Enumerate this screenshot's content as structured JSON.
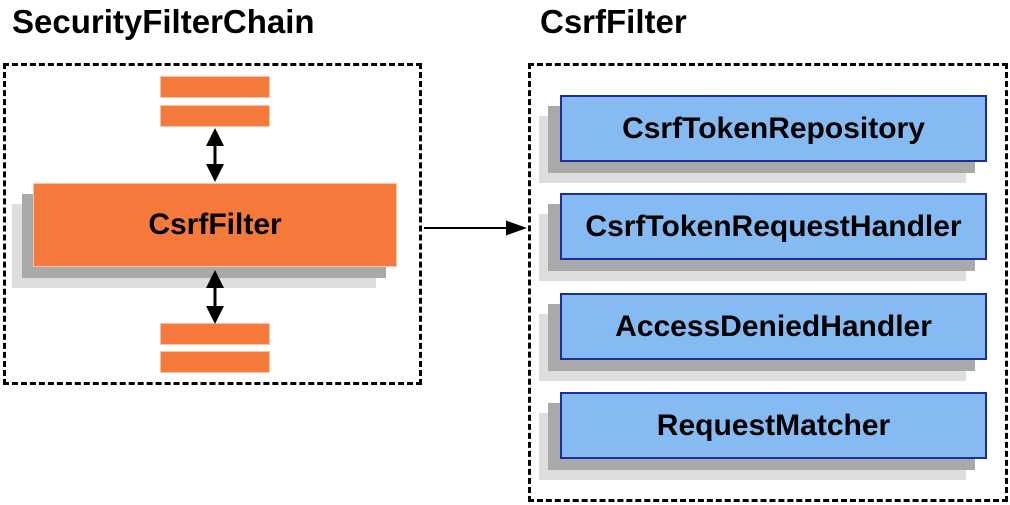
{
  "diagram": {
    "left_panel": {
      "title": "SecurityFilterChain",
      "filter_box_label": "CsrfFilter",
      "placeholder_bars": {
        "top_count": 2,
        "bottom_count": 2
      }
    },
    "right_panel": {
      "title": "CsrfFilter",
      "components": [
        "CsrfTokenRepository",
        "CsrfTokenRequestHandler",
        "AccessDeniedHandler",
        "RequestMatcher"
      ]
    },
    "icons": {
      "up_down_arrow": "vertical double-headed arrow (black)",
      "right_arrow": "horizontal arrow pointing right (black)"
    },
    "colors": {
      "orange": "#F4793B",
      "blue_fill": "#85BBF2",
      "blue_border": "#1C2D9C",
      "shadow_dark": "#A9A9A9",
      "shadow_light": "#DEDEDE",
      "line": "#000000",
      "background": "#FFFFFF"
    }
  }
}
